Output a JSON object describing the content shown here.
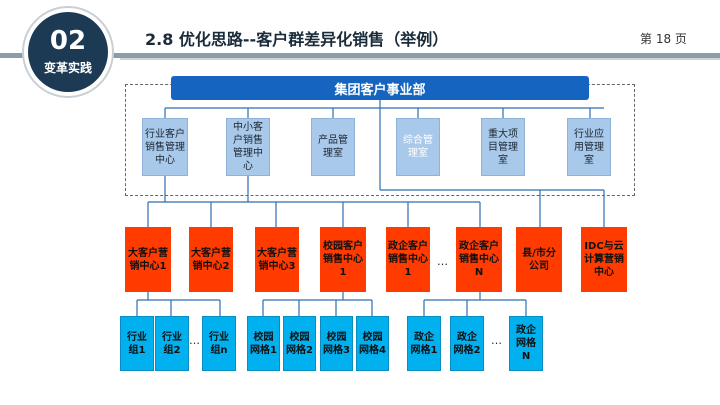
{
  "header": {
    "badge_number": "02",
    "badge_label": "变革实践",
    "title": "2.8 优化思路--客户群差异化销售（举例）",
    "page": "第 18 页"
  },
  "diagram": {
    "top": "集团客户事业部",
    "management": [
      "行业客户销售管理中心",
      "中小客户销售管理中心",
      "产品管理室",
      "综合管理室",
      "重大项目管理室",
      "行业应用管理室"
    ],
    "centers": [
      "大客户营销中心1",
      "大客户营销中心2",
      "大客户营销中心3",
      "校园客户销售中心1",
      "政企客户销售中心1",
      "政企客户销售中心N",
      "县/市分公司",
      "IDC与云计算营销中心"
    ],
    "groups": [
      "行业组1",
      "行业组2",
      "行业组n",
      "校园网格1",
      "校园网格2",
      "校园网格3",
      "校园网格4",
      "政企网格1",
      "政企网格2",
      "政企网格N"
    ],
    "ellipsis": "…"
  },
  "colors": {
    "header_bar": "#1565c0",
    "management": "#a9c9ea",
    "center": "#ff3b00",
    "group": "#00b0ef",
    "badge": "#1d3a55"
  }
}
